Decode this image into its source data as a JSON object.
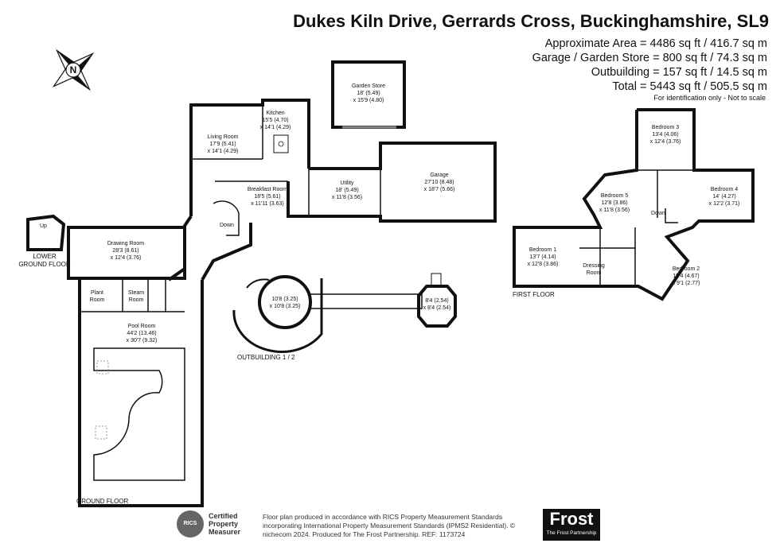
{
  "header": {
    "title": "Dukes Kiln Drive, Gerrards Cross, Buckinghamshire, SL9",
    "areas": [
      "Approximate Area = 4486 sq ft / 416.7 sq m",
      "Garage / Garden Store = 800 sq ft / 74.3 sq m",
      "Outbuilding = 157 sq ft / 14.5 sq m",
      "Total = 5443 sq ft / 505.5 sq m"
    ],
    "identification": "For identification only - Not to scale"
  },
  "compass": {
    "letter": "N"
  },
  "floors": {
    "lower": [
      "LOWER",
      "GROUND FLOOR"
    ],
    "lower_up": "Up",
    "ground": "GROUND FLOOR",
    "first": "FIRST FLOOR",
    "outbuilding": "OUTBUILDING 1 / 2"
  },
  "rooms": {
    "garden_store": [
      "Garden Store",
      "18' (5.49)",
      "x 15'9 (4.80)"
    ],
    "kitchen": [
      "Kitchen",
      "15'5 (4.70)",
      "x 14'1 (4.29)"
    ],
    "living": [
      "Living Room",
      "17'9 (5.41)",
      "x 14'1 (4.29)"
    ],
    "breakfast": [
      "Breakfast Room",
      "18'5 (5.61)",
      "x 11'11 (3.63)"
    ],
    "utility": [
      "Utility",
      "18' (5.49)",
      "x 11'8 (3.56)"
    ],
    "garage": [
      "Garage",
      "27'10 (8.48)",
      "x 18'7 (5.66)"
    ],
    "drawing": [
      "Drawing Room",
      "28'3 (8.61)",
      "x 12'4 (3.76)"
    ],
    "plant": [
      "Plant",
      "Room"
    ],
    "steam": [
      "Steam",
      "Room"
    ],
    "pool": [
      "Pool Room",
      "44'2 (13.46)",
      "x 30'7 (9.32)"
    ],
    "out1": [
      "10'8 (3.25)",
      "x 10'8 (3.25)"
    ],
    "out2": [
      "8'4 (2.54)",
      "x 8'4 (2.54)"
    ],
    "bed3": [
      "Bedroom 3",
      "13'4 (4.06)",
      "x 12'4 (3.76)"
    ],
    "bed4": [
      "Bedroom 4",
      "14' (4.27)",
      "x 12'2 (3.71)"
    ],
    "bed5": [
      "Bedroom 5",
      "12'8 (3.86)",
      "x 11'8 (3.56)"
    ],
    "bed1": [
      "Bedroom 1",
      "13'7 (4.14)",
      "x 12'8 (3.86)"
    ],
    "dressing": [
      "Dressing",
      "Room"
    ],
    "bed2": [
      "Bedroom 2",
      "15'4 (4.67)",
      "x 9'1 (2.77)"
    ],
    "down_ground": "Down",
    "down_first": "Down"
  },
  "footer": {
    "rics_logo": "RICS",
    "rics_text": [
      "Certified",
      "Property",
      "Measurer"
    ],
    "note": "Floor plan produced in accordance with RICS Property Measurement Standards incorporating International Property Measurement Standards (IPMS2 Residential). © nichecom 2024. Produced for The Frost Partnership. REF: 1173724",
    "brand": "Frost",
    "brand_sub": "The Frost Partnership"
  }
}
